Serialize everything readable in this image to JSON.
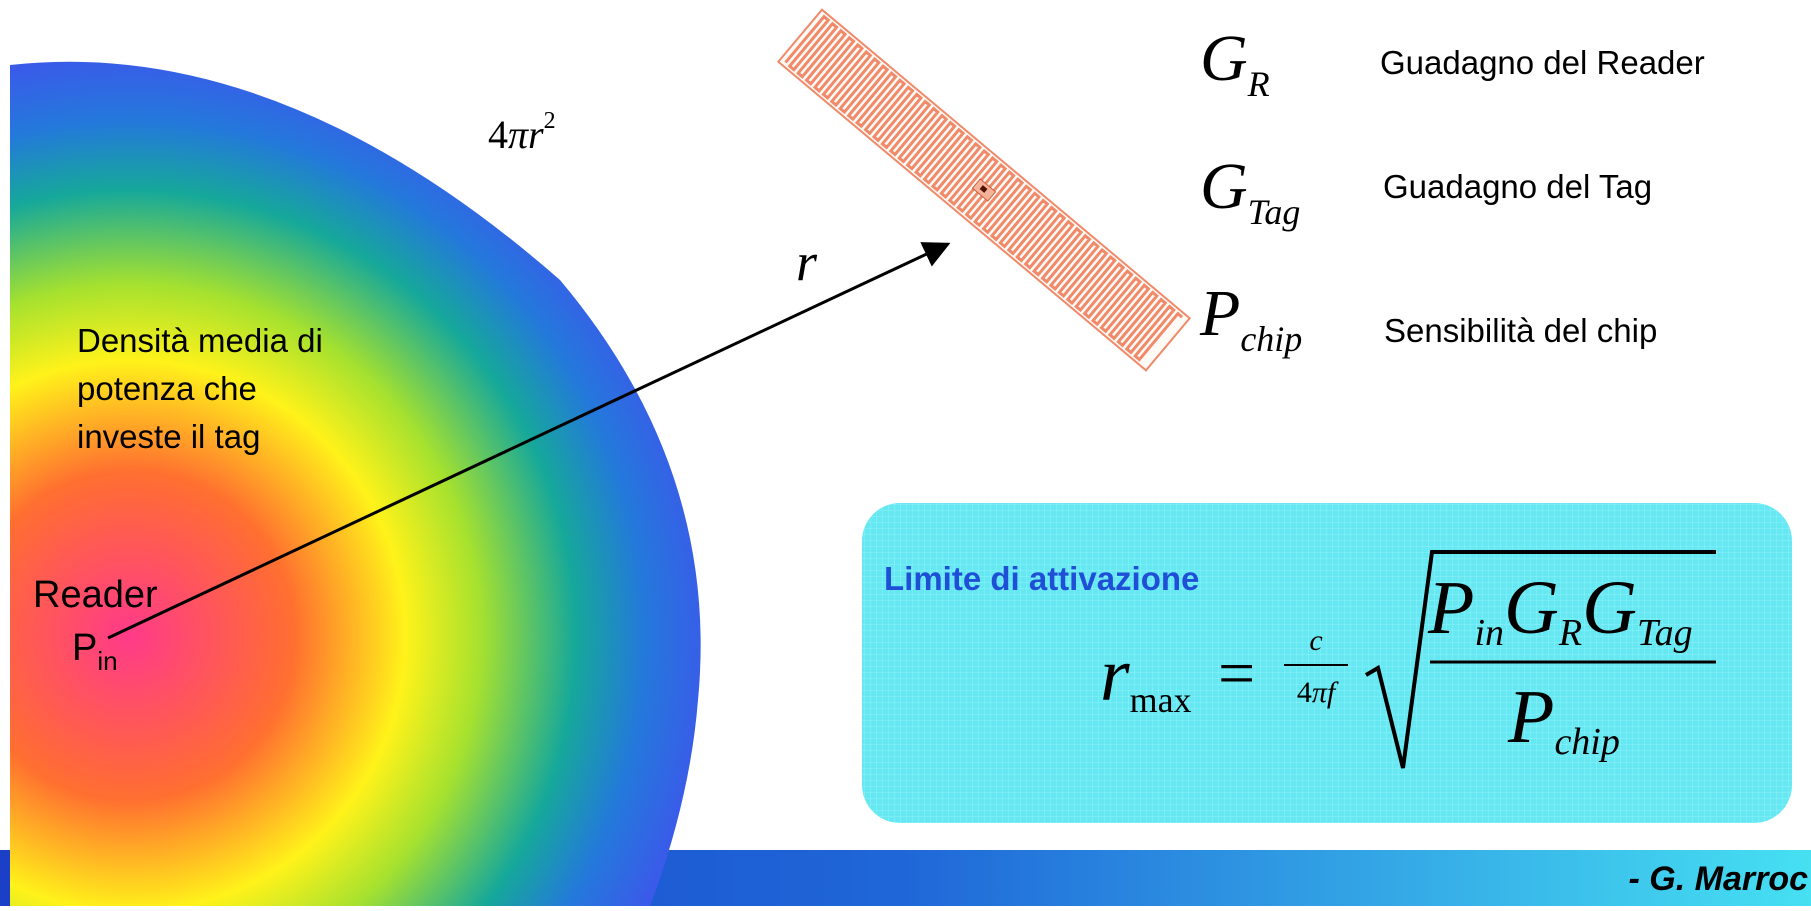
{
  "area_formula": {
    "coeff": "4",
    "pi": "π",
    "r": "r",
    "exp": "2"
  },
  "radius_label": "r",
  "density_text": [
    "Densità media di",
    "potenza che",
    "investe il tag"
  ],
  "reader": {
    "label": "Reader",
    "power": "P",
    "power_sub": "in"
  },
  "legend": [
    {
      "symbol": "G",
      "sub": "R",
      "desc": "Guadagno del Reader"
    },
    {
      "symbol": "G",
      "sub": "Tag",
      "desc": "Guadagno del Tag"
    },
    {
      "symbol": "P",
      "sub": "chip",
      "desc": "Sensibilità del chip"
    }
  ],
  "activation_box": {
    "title": "Limite di attivazione",
    "lhs": "r",
    "lhs_sub": "max",
    "eq": "=",
    "frac_num": "c",
    "frac_den": "4πf",
    "num_parts": [
      {
        "s": "P",
        "sub": "in"
      },
      {
        "s": "G",
        "sub": "R"
      },
      {
        "s": "G",
        "sub": "Tag"
      }
    ],
    "den_s": "P",
    "den_sub": "chip"
  },
  "footer": {
    "author": "- G. Marroc"
  },
  "colors": {
    "accent_blue": "#1f4fd6",
    "box_fill": "#66e8f3",
    "tag_antenna": "#f08a6a",
    "footer_grad_start": "#1b3fc7",
    "footer_grad_end": "#46e0f2"
  }
}
